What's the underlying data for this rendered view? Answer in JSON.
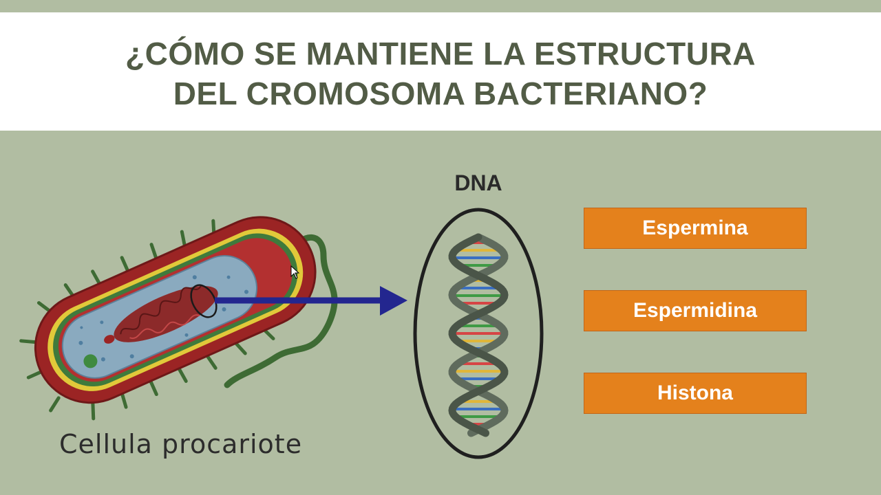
{
  "slide": {
    "title_line1": "¿CÓMO SE MANTIENE LA ESTRUCTURA",
    "title_line2": "DEL CROMOSOMA BACTERIANO?"
  },
  "diagram": {
    "dna_label": "DNA",
    "cell_label": "Cellula procariote"
  },
  "options": [
    {
      "label": "Espermina"
    },
    {
      "label": "Espermidina"
    },
    {
      "label": "Histona"
    }
  ],
  "colors": {
    "background": "#b1bda2",
    "title_text": "#525c46",
    "option_fill": "#e4811c",
    "arrow": "#23268f",
    "cell_wall": "#9b2424",
    "cytoplasm": "#8aaabf"
  }
}
